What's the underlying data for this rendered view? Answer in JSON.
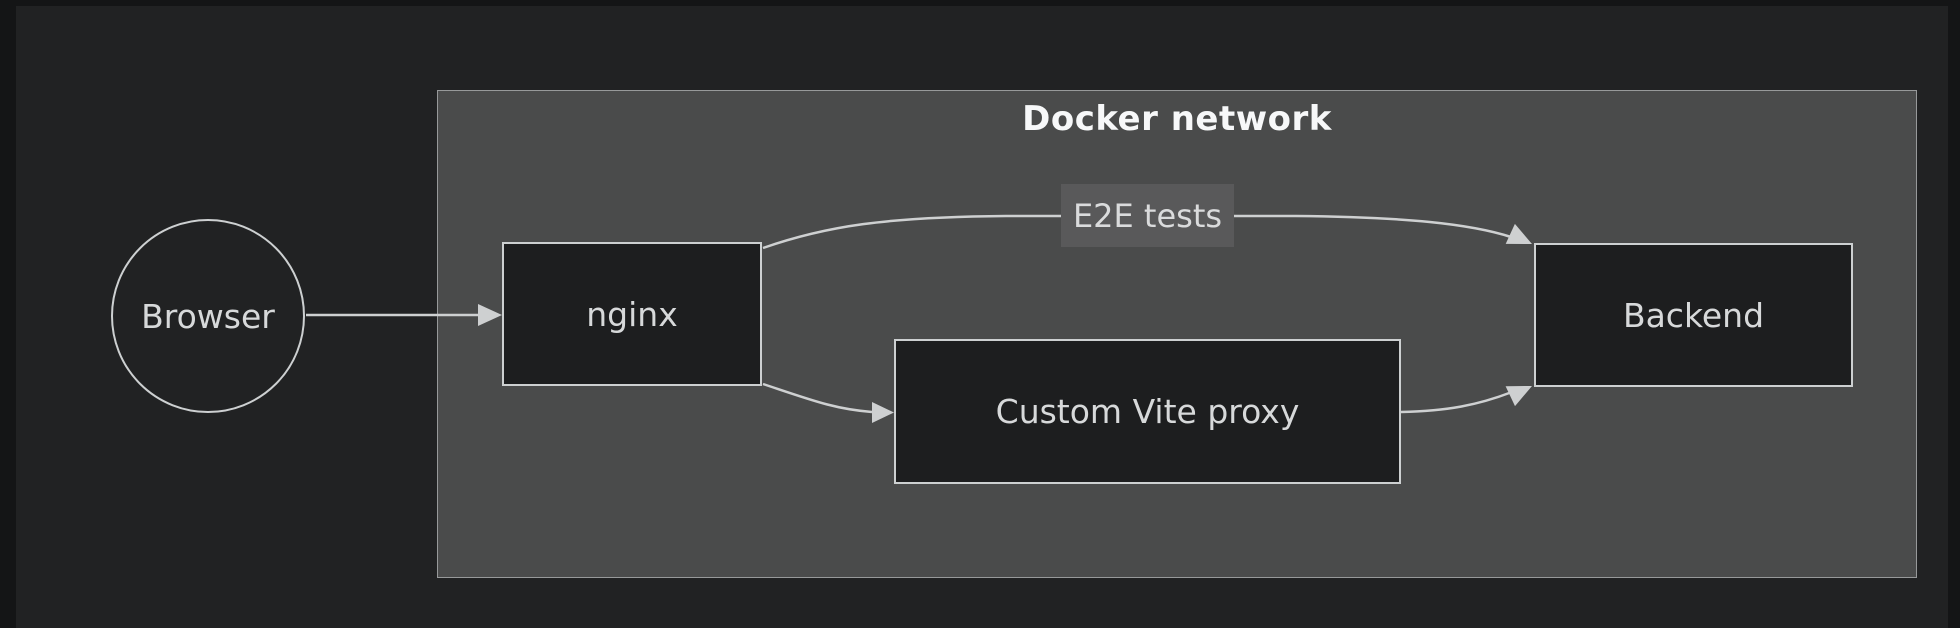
{
  "diagram": {
    "type": "flowchart",
    "cluster": {
      "title": "Docker network"
    },
    "nodes": {
      "browser": {
        "label": "Browser",
        "shape": "circle"
      },
      "nginx": {
        "label": "nginx",
        "shape": "rect"
      },
      "vite": {
        "label": "Custom Vite proxy",
        "shape": "rect"
      },
      "backend": {
        "label": "Backend",
        "shape": "rect"
      }
    },
    "edges": [
      {
        "from": "Browser",
        "to": "nginx",
        "label": ""
      },
      {
        "from": "nginx",
        "to": "Backend",
        "label": "E2E tests"
      },
      {
        "from": "nginx",
        "to": "Custom Vite proxy",
        "label": ""
      },
      {
        "from": "Custom Vite proxy",
        "to": "Backend",
        "label": ""
      }
    ],
    "colors": {
      "background": "#212223",
      "frame": "#141516",
      "cluster_fill": "#4a4b4b",
      "cluster_border": "#97999a",
      "node_fill": "#1d1e1f",
      "node_border": "#cdd0d1",
      "node_text": "#d7d9da",
      "title_text": "#f7f8f9",
      "edge_stroke": "#ced0d1",
      "edge_label_bg": "#59595a"
    }
  }
}
